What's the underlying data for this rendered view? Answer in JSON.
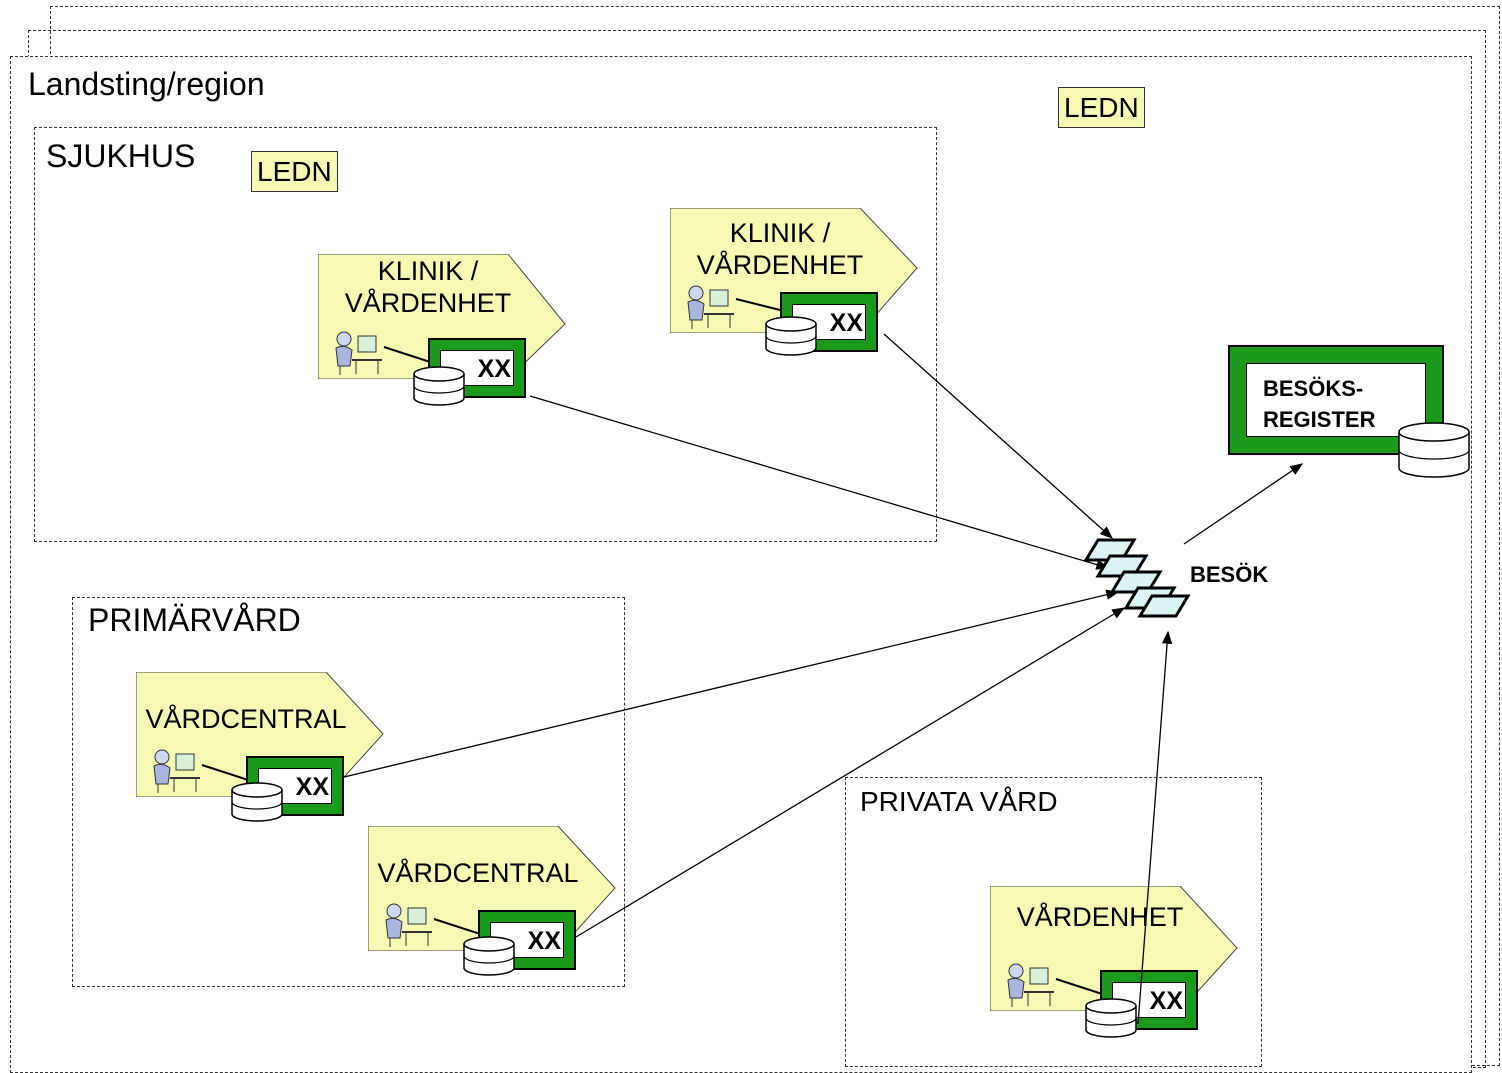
{
  "region": {
    "title": "Landsting/region",
    "ledn": "LEDN"
  },
  "hospital": {
    "title": "SJUKHUS",
    "ledn": "LEDN",
    "units": [
      {
        "title_line1": "KLINIK /",
        "title_line2": "VÅRDENHET",
        "system": "XX"
      },
      {
        "title_line1": "KLINIK /",
        "title_line2": "VÅRDENHET",
        "system": "XX"
      }
    ]
  },
  "primary_care": {
    "title": "PRIMÄRVÅRD",
    "units": [
      {
        "title": "VÅRDCENTRAL",
        "system": "XX"
      },
      {
        "title": "VÅRDCENTRAL",
        "system": "XX"
      }
    ]
  },
  "private_care": {
    "title": "PRIVATA VÅRD",
    "units": [
      {
        "title": "VÅRDENHET",
        "system": "XX"
      }
    ]
  },
  "visits": {
    "label": "BESÖK"
  },
  "visit_register": {
    "line1": "BESÖKS-",
    "line2": "REGISTER"
  },
  "colors": {
    "unit_fill": "#f6f9b4",
    "system_green": "#1a9a1a",
    "visit_fill": "#ddf4f4"
  }
}
